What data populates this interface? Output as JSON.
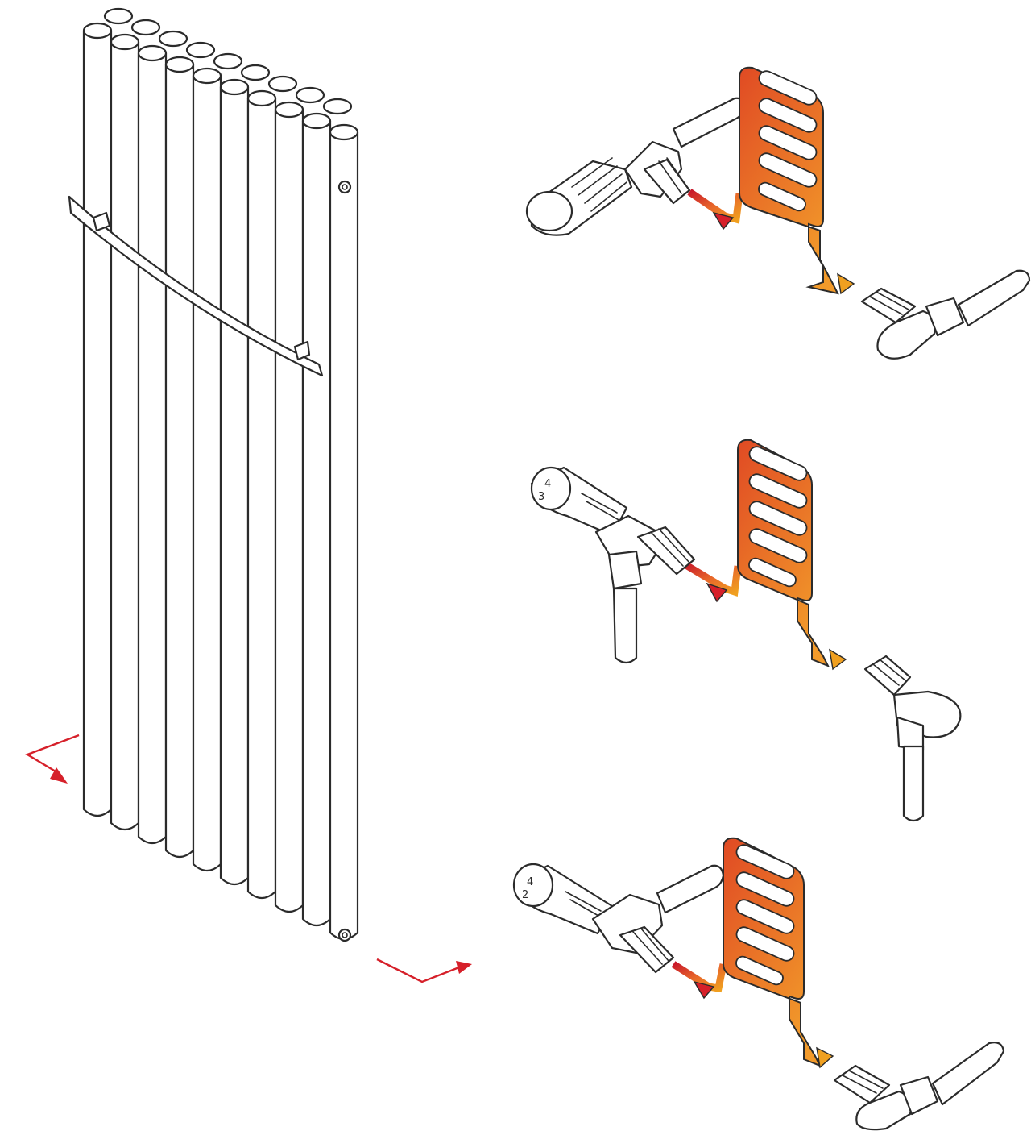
{
  "colors": {
    "outline": "#2b2b2b",
    "flow_hot": "#d6202a",
    "flow_warm": "#e8682a",
    "flow_cool": "#f0a020",
    "panel_top": "#e04a24",
    "panel_bottom": "#f29a2a",
    "direction_arrow": "#d6202a"
  },
  "illustration": {
    "radiator": {
      "tube_count": 10,
      "has_towel_rail": true
    },
    "connection_variants": [
      {
        "inlet": "side",
        "outlet": "side"
      },
      {
        "inlet": "bottom",
        "outlet": "bottom"
      },
      {
        "inlet": "side",
        "outlet": "side"
      }
    ],
    "dial_markings": [
      "4",
      "3",
      "2"
    ]
  }
}
